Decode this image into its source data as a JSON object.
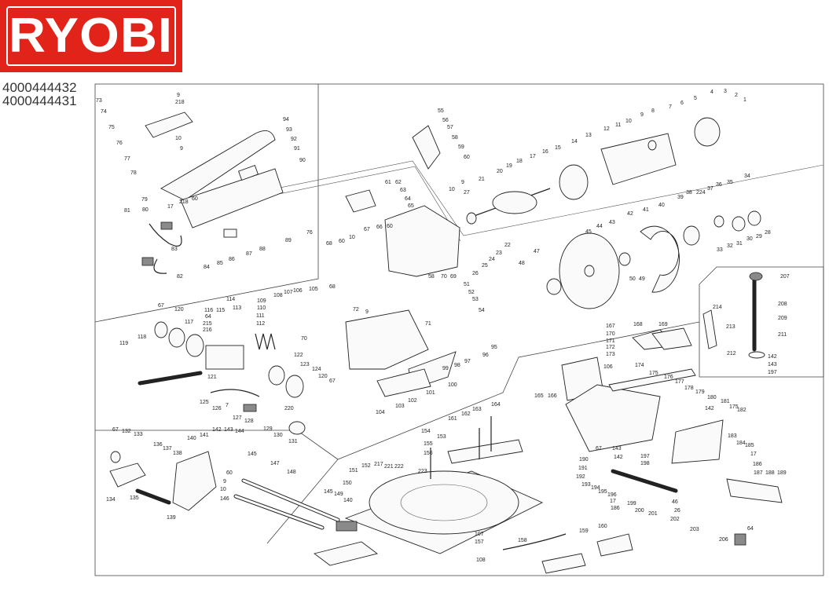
{
  "brand": {
    "logo_text": "RYOBI",
    "logo_color": "#e2231a"
  },
  "model_numbers": [
    "4000444432",
    "4000444431"
  ],
  "part_labels": [
    "73",
    "9",
    "218",
    "74",
    "75",
    "94",
    "93",
    "92",
    "10",
    "76",
    "9",
    "91",
    "77",
    "90",
    "78",
    "79",
    "17",
    "218",
    "60",
    "81",
    "80",
    "76",
    "89",
    "88",
    "87",
    "86",
    "85",
    "84",
    "83",
    "82",
    "55",
    "56",
    "57",
    "58",
    "59",
    "60",
    "9",
    "10",
    "21",
    "27",
    "20",
    "19",
    "18",
    "17",
    "16",
    "15",
    "14",
    "13",
    "12",
    "11",
    "10",
    "9",
    "8",
    "7",
    "6",
    "5",
    "4",
    "3",
    "2",
    "1",
    "61",
    "62",
    "63",
    "64",
    "65",
    "67",
    "66",
    "60",
    "68",
    "60",
    "10",
    "34",
    "35",
    "36",
    "37",
    "224",
    "38",
    "39",
    "40",
    "41",
    "42",
    "43",
    "44",
    "45",
    "22",
    "23",
    "24",
    "25",
    "26",
    "28",
    "29",
    "30",
    "31",
    "32",
    "33",
    "47",
    "48",
    "50",
    "49",
    "58",
    "70",
    "69",
    "51",
    "52",
    "53",
    "54",
    "207",
    "208",
    "214",
    "209",
    "213",
    "211",
    "212",
    "142",
    "143",
    "197",
    "67",
    "120",
    "116",
    "115",
    "114",
    "113",
    "109",
    "110",
    "108",
    "107",
    "106",
    "105",
    "64",
    "117",
    "215",
    "216",
    "111",
    "112",
    "68",
    "72",
    "9",
    "118",
    "119",
    "70",
    "71",
    "122",
    "123",
    "124",
    "121",
    "120",
    "67",
    "125",
    "7",
    "126",
    "127",
    "128",
    "220",
    "129",
    "130",
    "131",
    "104",
    "103",
    "102",
    "101",
    "100",
    "99",
    "98",
    "97",
    "96",
    "95",
    "167",
    "170",
    "171",
    "172",
    "173",
    "168",
    "169",
    "106",
    "174",
    "175",
    "176",
    "177",
    "178",
    "179",
    "180",
    "181",
    "142",
    "175",
    "182",
    "165",
    "166",
    "183",
    "184",
    "185",
    "17",
    "186",
    "187",
    "188",
    "189",
    "67",
    "143",
    "142",
    "197",
    "198",
    "190",
    "191",
    "192",
    "193",
    "194",
    "195",
    "196",
    "17",
    "199",
    "186",
    "200",
    "201",
    "46",
    "26",
    "202",
    "203",
    "206",
    "64",
    "159",
    "160",
    "164",
    "163",
    "162",
    "161",
    "67",
    "132",
    "133",
    "136",
    "137",
    "138",
    "140",
    "141",
    "142",
    "143",
    "144",
    "145",
    "147",
    "148",
    "60",
    "9",
    "10",
    "146",
    "134",
    "135",
    "139",
    "145",
    "149",
    "140",
    "150",
    "151",
    "152",
    "217",
    "221",
    "222",
    "223",
    "154",
    "153",
    "155",
    "156",
    "107",
    "157",
    "158",
    "108"
  ]
}
